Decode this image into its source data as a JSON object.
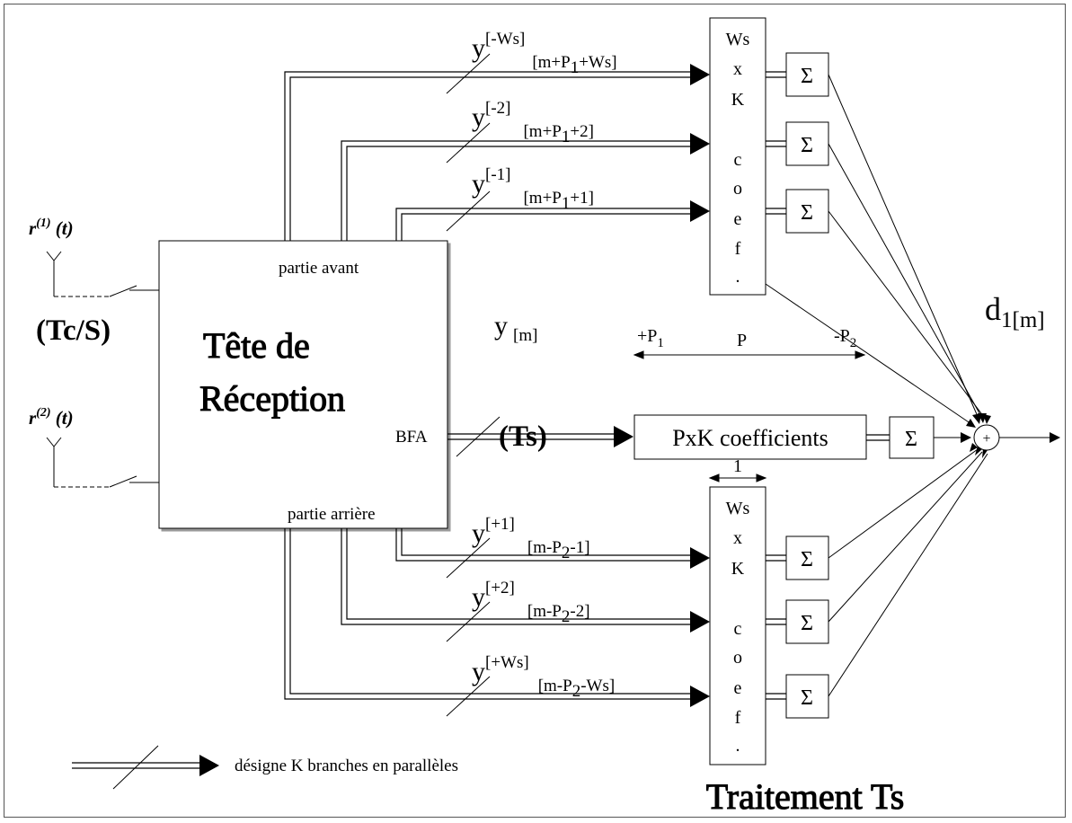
{
  "inputs": {
    "r1": "r",
    "r1_sup": "(1)",
    "r1_t": " (t)",
    "r2": "r",
    "r2_sup": "(2)",
    "r2_t": " (t)",
    "rate_left": "(Tc/S)"
  },
  "head_block": {
    "title_line1": "Tête de",
    "title_line2": "Réception",
    "front_label": "partie avant",
    "back_label": "partie arrière",
    "output_label": "BFA"
  },
  "signals": {
    "top": [
      {
        "base": "y",
        "sup": "[-Ws]",
        "sub_pre": "[m+P",
        "sub_num": "1",
        "sub_post": "+Ws]"
      },
      {
        "base": "y",
        "sup": "[-2]",
        "sub_pre": "[m+P",
        "sub_num": "1",
        "sub_post": "+2]"
      },
      {
        "base": "y",
        "sup": "[-1]",
        "sub_pre": "[m+P",
        "sub_num": "1",
        "sub_post": "+1]"
      }
    ],
    "middle": {
      "base": "y",
      "sub": "[m]"
    },
    "bottom": [
      {
        "base": "y",
        "sup": "[+1]",
        "sub_pre": "[m-P",
        "sub_num": "2",
        "sub_post": "-1]"
      },
      {
        "base": "y",
        "sup": "[+2]",
        "sub_pre": "[m-P",
        "sub_num": "2",
        "sub_post": "-2]"
      },
      {
        "base": "y",
        "sup": "[+Ws]",
        "sub_pre": "[m-P",
        "sub_num": "2",
        "sub_post": "-Ws]"
      }
    ]
  },
  "coef_block": {
    "letters": [
      "Ws",
      "x",
      "K",
      "",
      "c",
      "o",
      "e",
      "f",
      "."
    ],
    "width_label": "1"
  },
  "center": {
    "p1_pre": "+P",
    "p1_num": "1",
    "p_label": "P",
    "p2_pre": "-P",
    "p2_num": "2",
    "filter_label": "PxK coefficients",
    "rate_mid": "(Ts)"
  },
  "sum_symbol": "Σ",
  "adder_symbol": "+",
  "output": {
    "base": "d",
    "sub": "1[m]"
  },
  "legend": {
    "text": "désigne K branches en parallèles"
  },
  "footer": {
    "title": "Traitement Ts"
  }
}
